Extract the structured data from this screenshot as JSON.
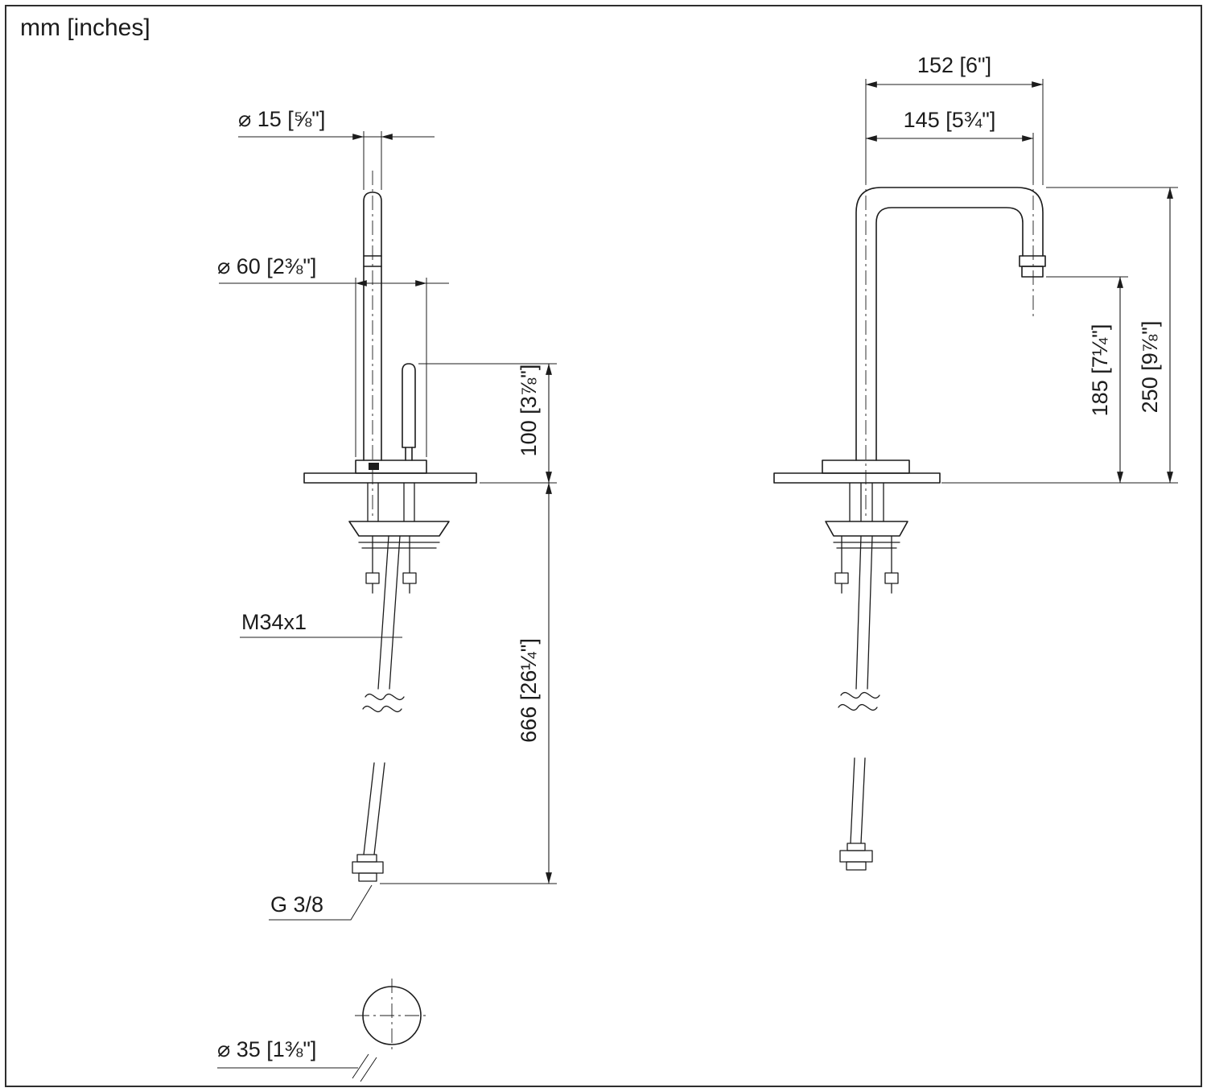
{
  "units_label": "mm [inches]",
  "colors": {
    "line": "#1c1c1c",
    "background": "#ffffff"
  },
  "side_view": {
    "dimensions": {
      "spout_diameter": "⌀ 15 [⅝\"]",
      "base_diameter": "⌀ 60 [2⅜\"]",
      "base_height": "100 [3⅞\"]",
      "total_length": "666 [26¼\"]",
      "thread": "M34x1",
      "connection": "G 3/8",
      "mounting_hole_diameter": "⌀ 35 [1⅜\"]"
    }
  },
  "front_view": {
    "dimensions": {
      "spout_width_outer": "152 [6\"]",
      "spout_width_center": "145 [5¾\"]",
      "outlet_height": "185 [7¼\"]",
      "spout_height": "250 [9⅞\"]"
    }
  }
}
